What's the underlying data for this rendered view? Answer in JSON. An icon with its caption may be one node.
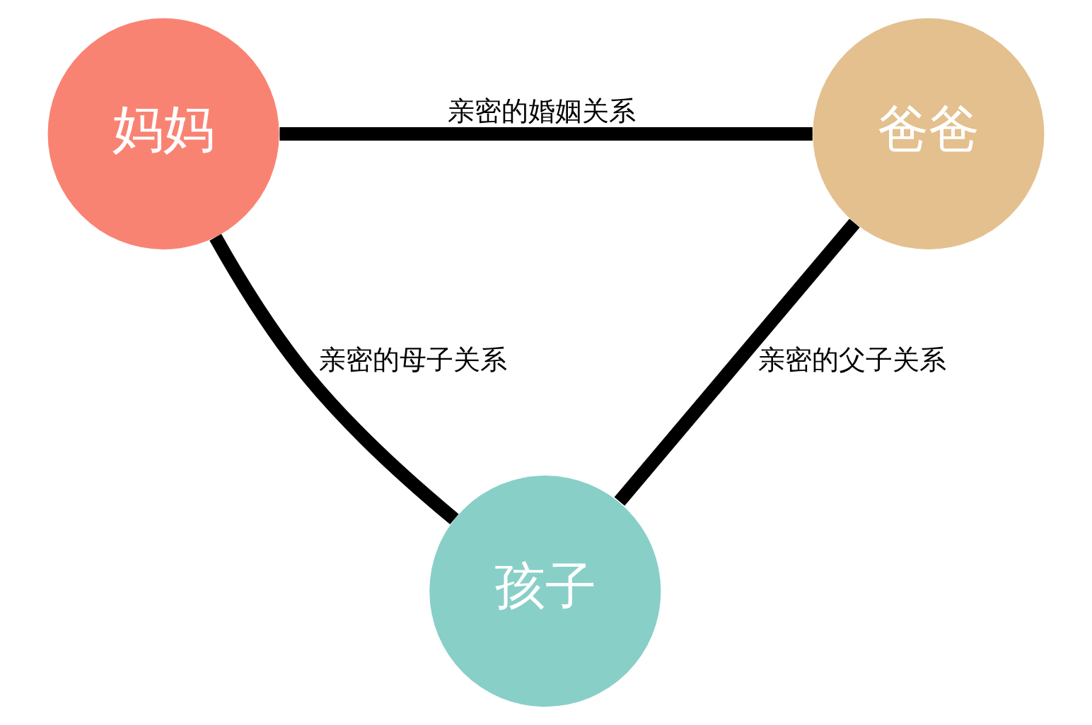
{
  "diagram": {
    "nodes": [
      {
        "text": [
          "妈妈"
        ]
      },
      {
        "text": [
          "爸爸"
        ]
      },
      {
        "text": [
          "孩子"
        ]
      }
    ],
    "edges": [
      {
        "from": 0,
        "to": 1,
        "arrow": "none",
        "label": "亲密的婚姻关系"
      },
      {
        "from": 0,
        "to": 2,
        "arrow": "none",
        "label": "亲密的母子关系"
      },
      {
        "from": 1,
        "to": 2,
        "arrow": "none",
        "label": "亲密的父子关系"
      }
    ]
  }
}
